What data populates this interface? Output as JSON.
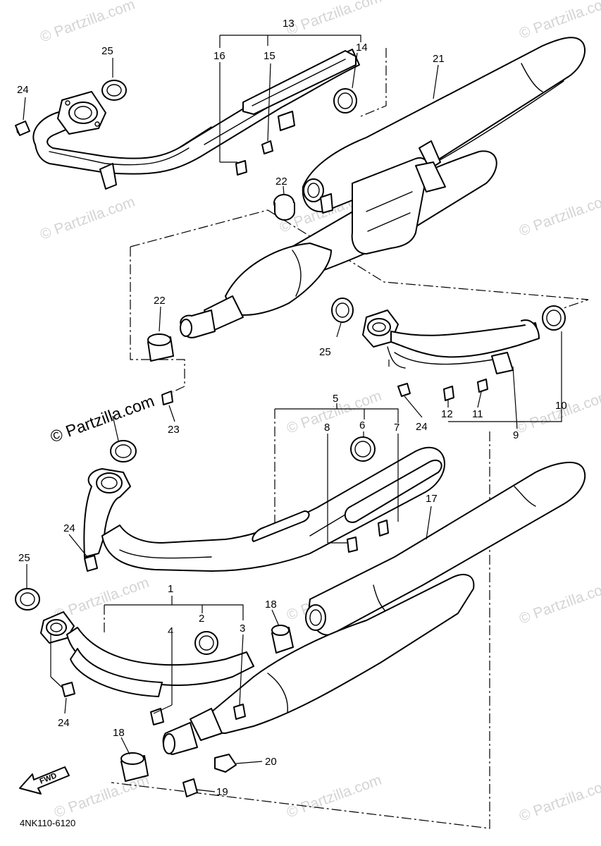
{
  "watermark": {
    "text": "© Partzilla.com",
    "primary_text": "© Partzilla.com"
  },
  "diagram_code": "4NK110-6120",
  "direction_label": "FWD",
  "callouts": {
    "n1": "1",
    "n2": "2",
    "n3": "3",
    "n4": "4",
    "n5": "5",
    "n6": "6",
    "n7": "7",
    "n8": "8",
    "n9": "9",
    "n10": "10",
    "n11": "11",
    "n12": "12",
    "n13": "13",
    "n14": "14",
    "n15": "15",
    "n16": "16",
    "n17": "17",
    "n18": "18",
    "n19": "19",
    "n20": "20",
    "n21": "21",
    "n22": "22",
    "n23": "23",
    "n24": "24",
    "n25": "25"
  }
}
